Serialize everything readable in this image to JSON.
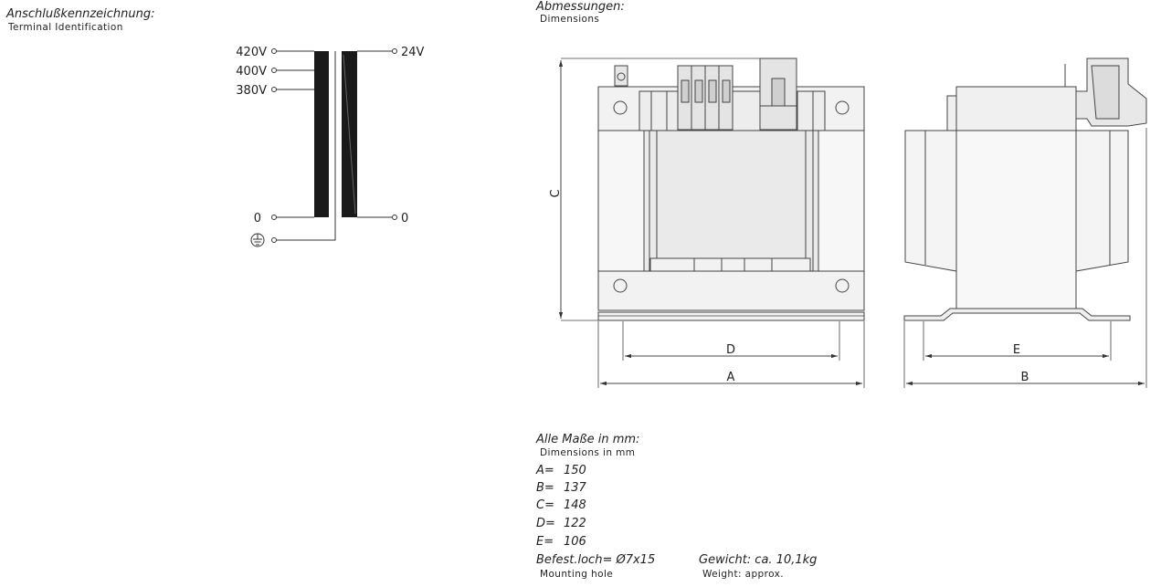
{
  "terminal": {
    "title_de": "Anschlußkennzeichnung:",
    "title_en": "Terminal  Identification",
    "primary_taps": [
      "420V",
      "400V",
      "380V"
    ],
    "primary_zero": "0",
    "secondary_tap": "24V",
    "secondary_zero": "0",
    "ground_icon": "earth-ground-icon"
  },
  "dimensions": {
    "title_de": "Abmessungen:",
    "title_en": "Dimensions",
    "labels": {
      "A": "A",
      "B": "B",
      "C": "C",
      "D": "D",
      "E": "E"
    }
  },
  "specs": {
    "title_de": "Alle Maße in mm:",
    "title_en": "Dimensions  in  mm",
    "rows": [
      {
        "key": "A=",
        "value": "150"
      },
      {
        "key": "B=",
        "value": "137"
      },
      {
        "key": "C=",
        "value": "148"
      },
      {
        "key": "D=",
        "value": "122"
      },
      {
        "key": "E=",
        "value": "106"
      }
    ],
    "mounting_de": "Befest.loch= Ø7x15",
    "mounting_en": "Mounting  hole",
    "weight_de": "Gewicht: ca. 10,1kg",
    "weight_en": "Weight:  approx."
  }
}
